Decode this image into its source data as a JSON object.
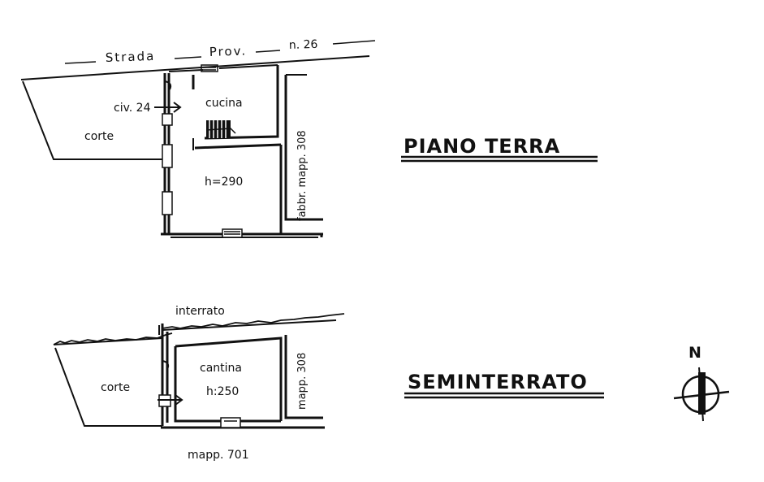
{
  "road": {
    "strada": "Strada",
    "prov": "Prov.",
    "number": "n. 26"
  },
  "ground_floor": {
    "title": "PIANO TERRA",
    "corte": "corte",
    "civ": "civ. 24",
    "cucina": "cucina",
    "height": "h=290",
    "adjacent": "fabbr. mapp. 308"
  },
  "basement": {
    "title": "SEMINTERRATO",
    "interrato": "interrato",
    "corte": "corte",
    "cantina": "cantina",
    "height": "h:250",
    "adjacent": "mapp. 308",
    "parcel": "mapp. 701"
  },
  "compass": {
    "north": "N"
  }
}
